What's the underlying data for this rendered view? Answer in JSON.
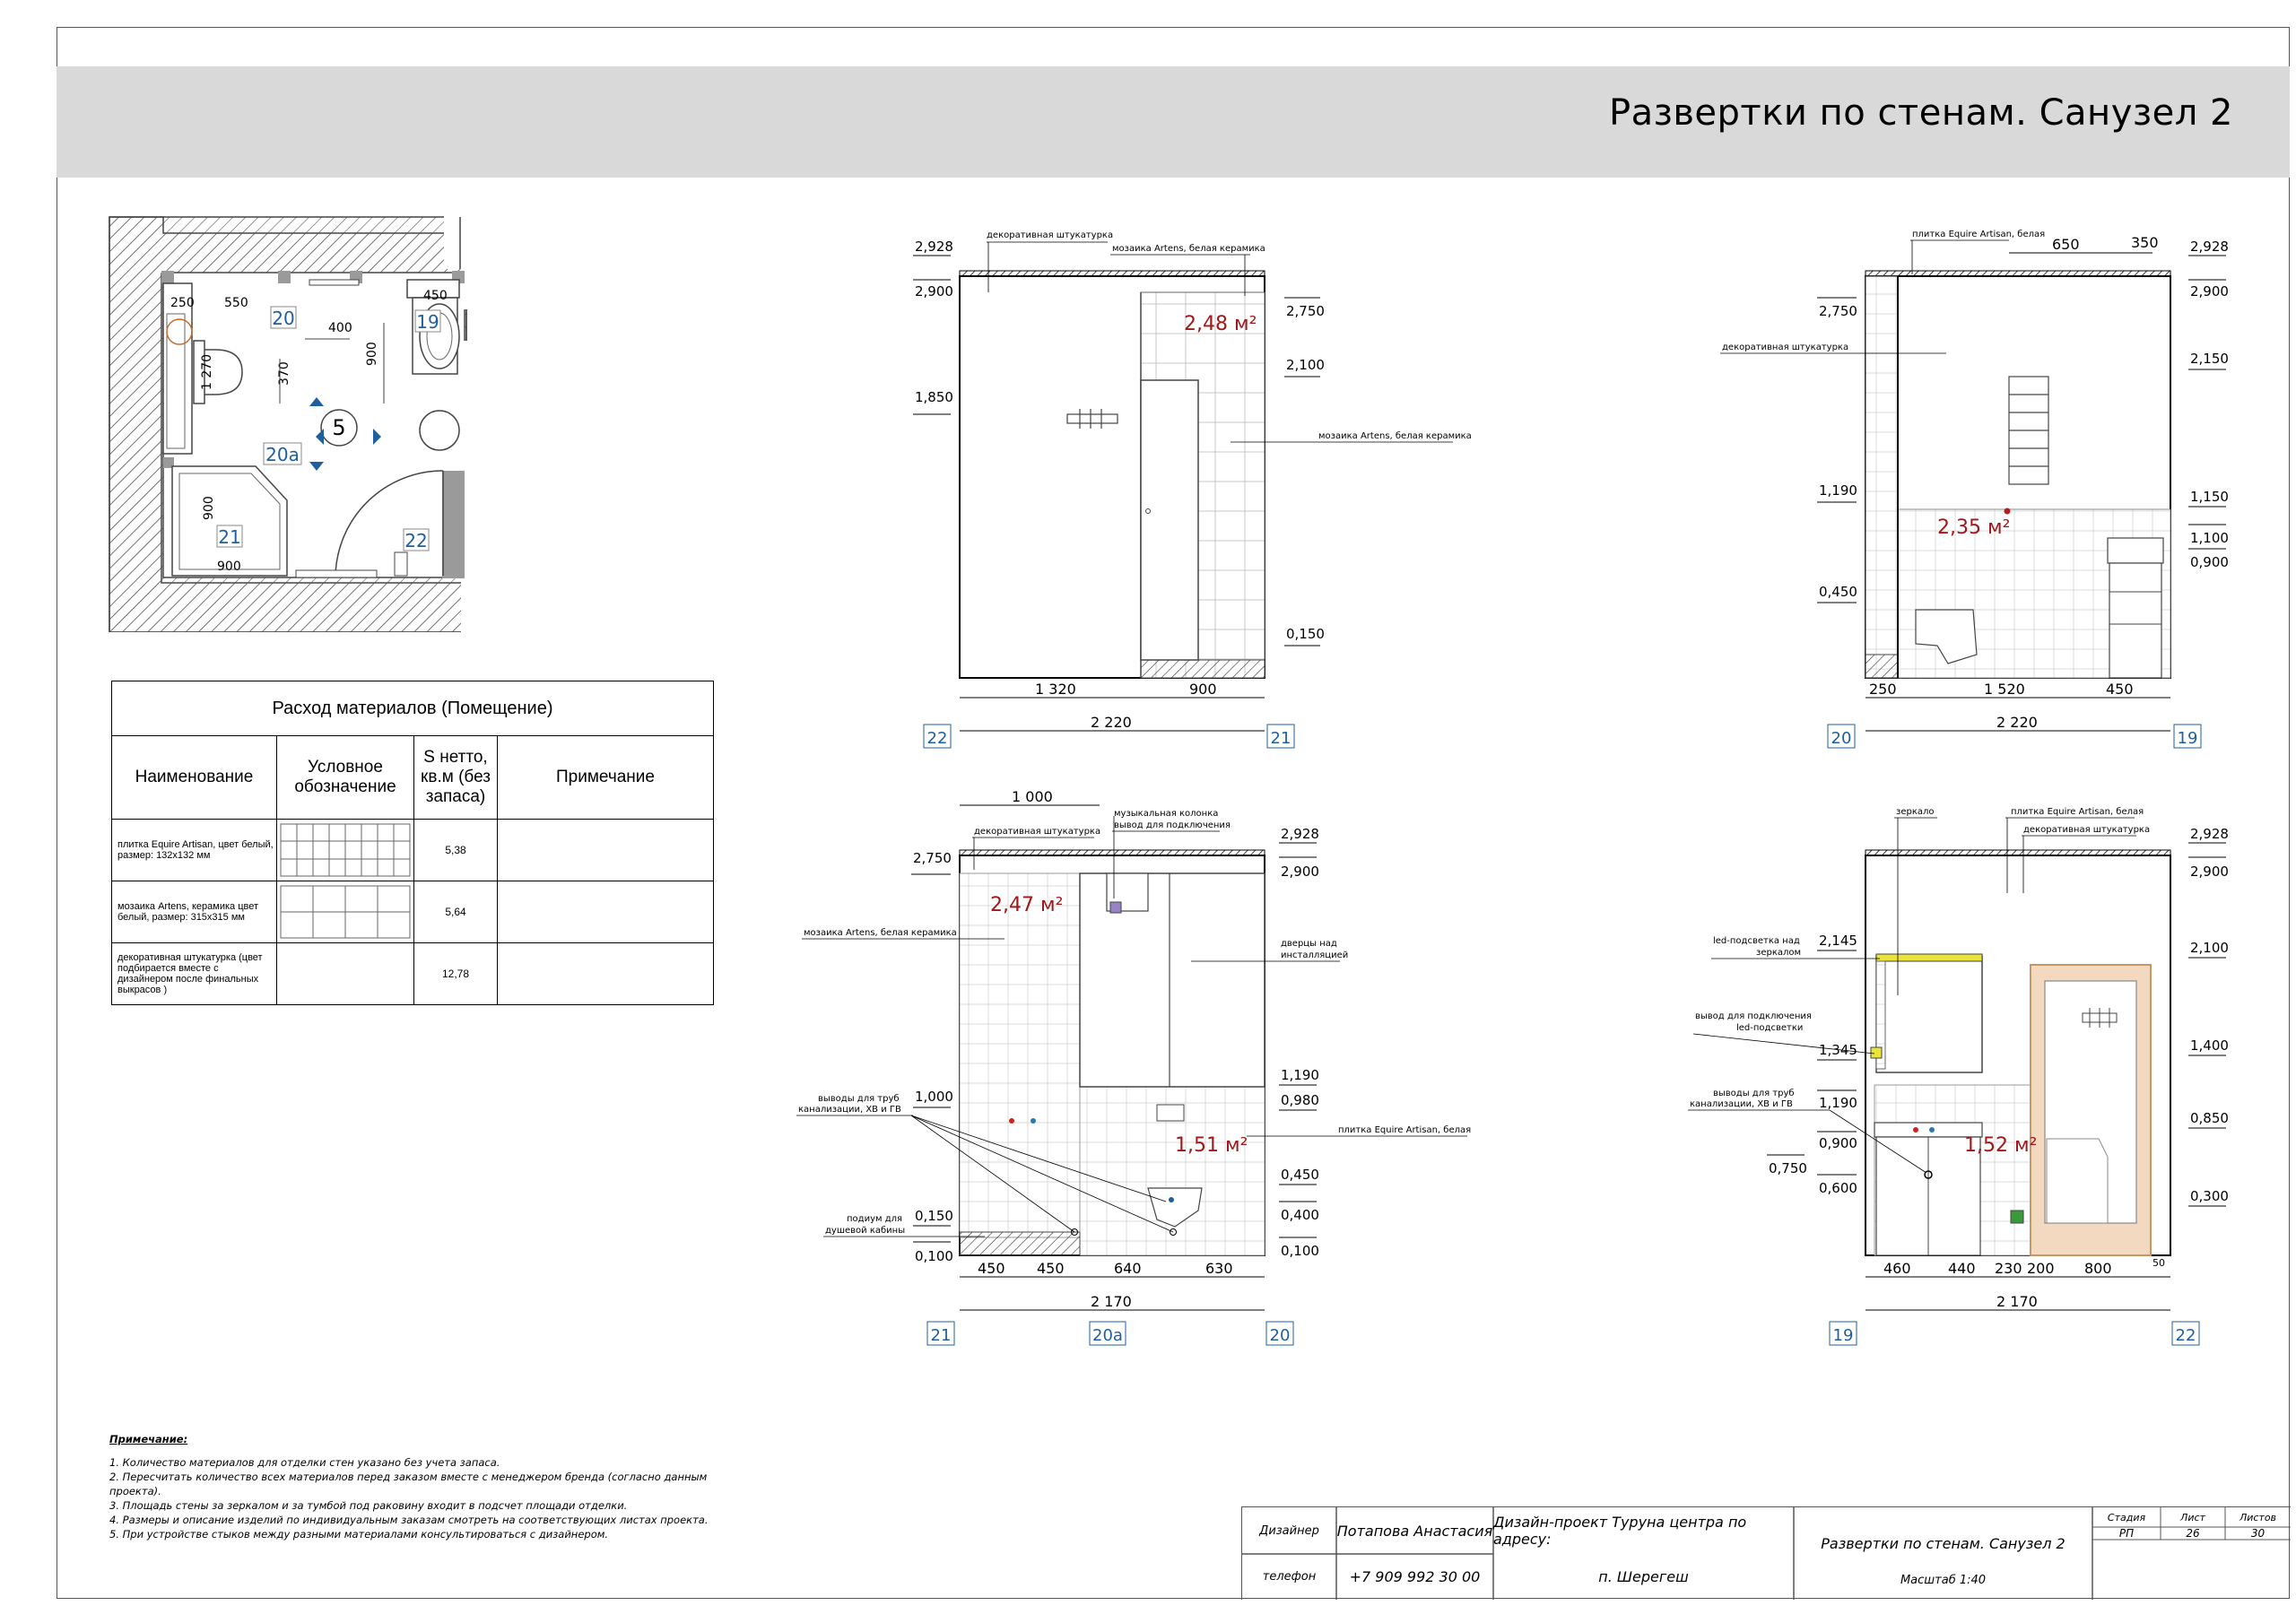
{
  "header": {
    "title": "Развертки по стенам. Санузел 2"
  },
  "plan": {
    "room_number": "5",
    "wall_tags": [
      "20",
      "19",
      "20а",
      "21",
      "22"
    ],
    "dims": [
      "250",
      "550",
      "450",
      "400",
      "1 270",
      "370",
      "900",
      "900",
      "900"
    ]
  },
  "materials_table": {
    "title": "Расход материалов (Помещение)",
    "columns": [
      "Наименование",
      "Условное обозначение",
      "S нетто, кв.м (без запаса)",
      "Примечание"
    ],
    "rows": [
      {
        "name": "плитка Equire Artisan, цвет белый, размер: 132х132 мм",
        "area": "5,38",
        "note": ""
      },
      {
        "name": "мозаика Artens, керамика цвет белый, размер: 315х315 мм",
        "area": "5,64",
        "note": ""
      },
      {
        "name": "декоративная штукатурка (цвет подбирается вместе с дизайнером после финальных выкрасов )",
        "area": "12,78",
        "note": ""
      }
    ]
  },
  "elevations": {
    "e1": {
      "area": "2,48 м²",
      "labels": [
        "декоративная штукатурка",
        "мозаика Artens, белая керамика",
        "мозаика Artens, белая керамика"
      ],
      "levels_left": [
        "2,928",
        "2,900",
        "1,850"
      ],
      "levels_right": [
        "2,750",
        "2,100",
        "0,150"
      ],
      "dims": [
        "1 320",
        "900",
        "2 220"
      ],
      "tags": [
        "22",
        "21"
      ]
    },
    "e2": {
      "area": "2,35 м²",
      "labels": [
        "плитка Equire Artisan, белая",
        "декоративная штукатурка"
      ],
      "top_dims": [
        "650",
        "350"
      ],
      "levels_left": [
        "2,750",
        "1,190",
        "0,450"
      ],
      "levels_right": [
        "2,928",
        "2,900",
        "2,150",
        "1,150",
        "1,100",
        "0,900"
      ],
      "dims": [
        "250",
        "1 520",
        "450",
        "2 220"
      ],
      "tags": [
        "20",
        "19"
      ]
    },
    "e3": {
      "area1": "2,47 м²",
      "area2": "1,51 м²",
      "labels": [
        "декоративная штукатурка",
        "музыкальная колонка",
        "вывод для подключения",
        "мозаика Artens, белая керамика",
        "дверцы над",
        "инсталляцией",
        "выводы для труб",
        "канализации, ХВ и ГВ",
        "плитка Equire Artisan, белая",
        "подиум для",
        "душевой кабины"
      ],
      "top_dim": "1 000",
      "levels_left": [
        "2,750",
        "1,000",
        "0,150",
        "0,100"
      ],
      "levels_right": [
        "2,928",
        "2,900",
        "1,190",
        "0,980",
        "0,450",
        "0,400",
        "0,100"
      ],
      "dims": [
        "450",
        "450",
        "640",
        "630",
        "2 170"
      ],
      "tags": [
        "21",
        "20а",
        "20"
      ]
    },
    "e4": {
      "area": "1,52 м²",
      "labels": [
        "зеркало",
        "плитка Equire Artisan, белая",
        "декоративная штукатурка",
        "led-подсветка над",
        "зеркалом",
        "вывод для подключения",
        "led-подсветки",
        "выводы для труб",
        "канализации, ХВ и ГВ"
      ],
      "levels_left": [
        "2,145",
        "1,345",
        "1,190",
        "0,900",
        "0,750",
        "0,600"
      ],
      "levels_right": [
        "2,928",
        "2,900",
        "2,100",
        "1,400",
        "0,850",
        "0,300"
      ],
      "dims": [
        "460",
        "440",
        "230",
        "200",
        "800",
        "50",
        "2 170"
      ],
      "tags": [
        "19",
        "22"
      ]
    }
  },
  "notes": {
    "title": "Примечание:",
    "items": [
      "1. Количество материалов для отделки стен указано без учета запаса.",
      "2. Пересчитать количество всех материалов перед заказом вместе с менеджером бренда (согласно данным",
      "проекта).",
      "3. Площадь стены за зеркалом и за тумбой под раковину входит в подсчет площади отделки.",
      "4. Размеры и описание изделий по индивидуальным заказам смотреть на соответствующих листах проекта.",
      "5. При устройстве стыков между разными материалами консультироваться с дизайнером."
    ]
  },
  "title_block": {
    "designer_label": "Дизайнер",
    "designer_name": "Потапова Анастасия",
    "phone_label": "телефон",
    "phone": "+7 909 992 30 00",
    "project": "Дизайн-проект Туруна центра по адресу:",
    "location": "п. Шерегеш",
    "sheet_title": "Развертки по стенам. Санузел 2",
    "scale": "Масштаб 1:40",
    "stage_label": "Стадия",
    "stage": "РП",
    "sheet_label": "Лист",
    "sheet": "26",
    "sheets_label": "Листов",
    "sheets": "30"
  },
  "colors": {
    "area_text": "#a01818",
    "tag_border": "#1f5fa0",
    "tag_text": "#1f5fa0",
    "led": "#e9e43a",
    "door": "#f3d9bf",
    "door_frame": "#c79865",
    "socket_purple": "#9a82c9",
    "socket_green": "#3a9a3a"
  }
}
